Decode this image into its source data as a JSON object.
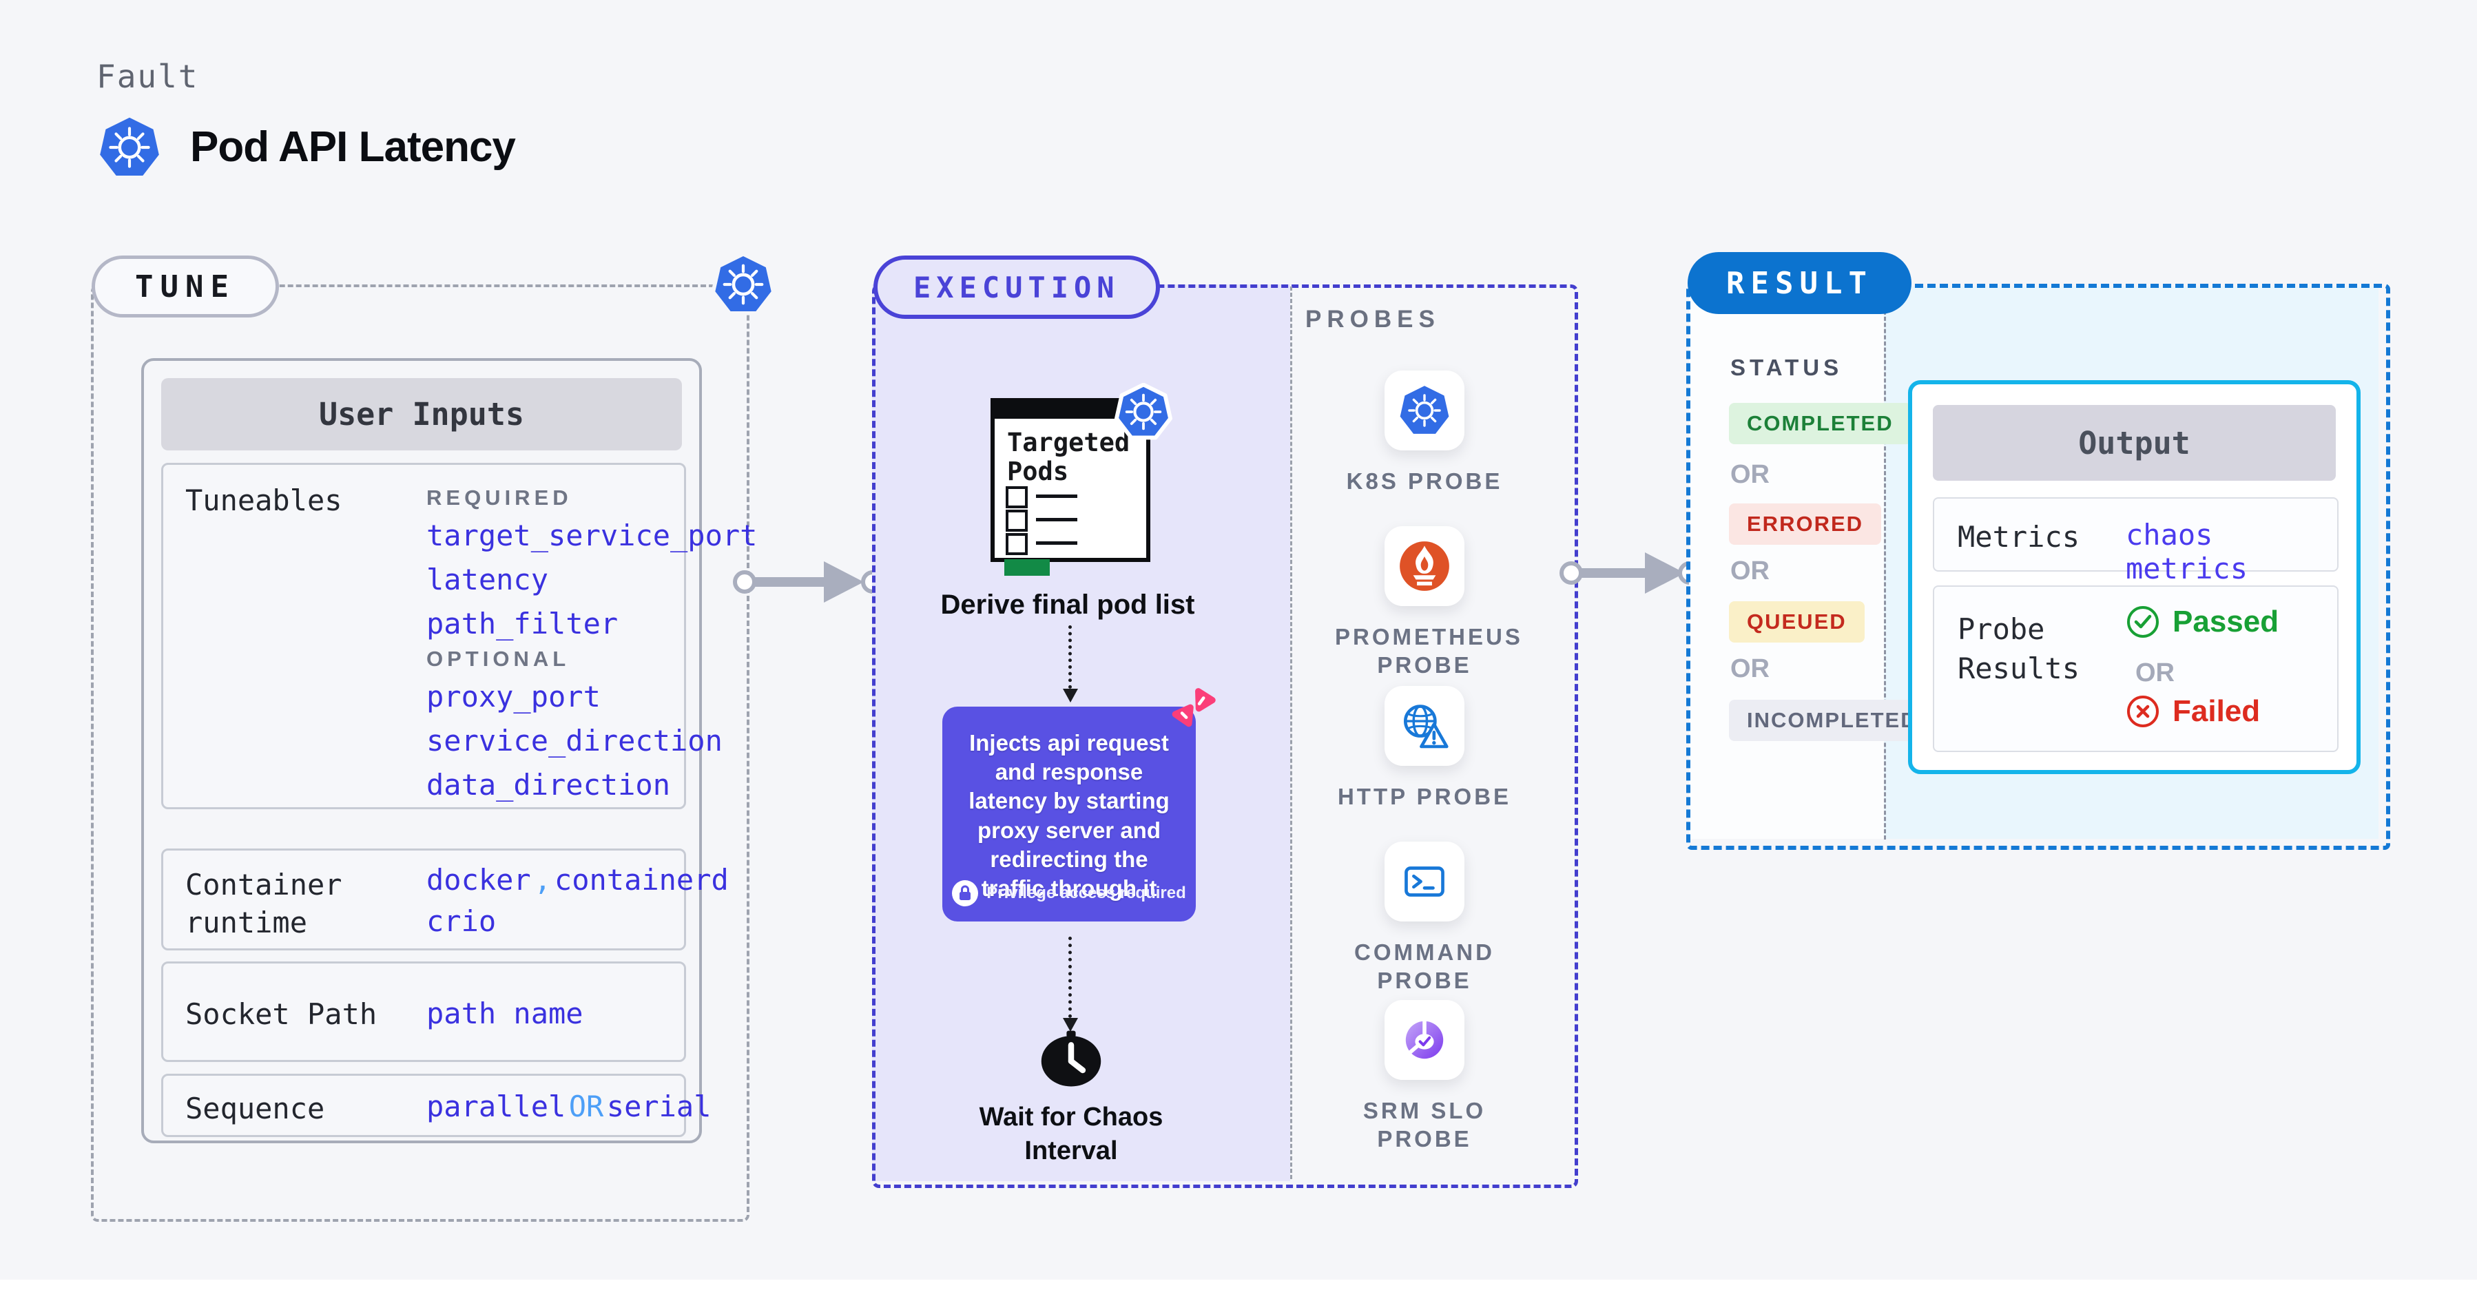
{
  "page": {
    "fault_label": "Fault",
    "title": "Pod API Latency"
  },
  "colors": {
    "k8s_blue": "#326CE5",
    "execution_indigo": "#4A43D7",
    "result_blue": "#0C73CF",
    "output_border_cyan": "#14B4EA",
    "inject_purple": "#5951E3",
    "chaos_pink": "#FB3E79",
    "code_indigo": "#3A31DF",
    "code_light_blue": "#4D9FF7",
    "passed_green": "#18A035",
    "failed_red": "#DD2B1F",
    "prometheus_orange": "#DF5226",
    "targeted_green": "#128A46"
  },
  "tune": {
    "pill": "TUNE",
    "user_inputs_header": "User Inputs",
    "tuneables": {
      "label": "Tuneables",
      "required_label": "REQUIRED",
      "required_items": [
        "target_service_port",
        "latency",
        "path_filter"
      ],
      "optional_label": "OPTIONAL",
      "optional_items": [
        "proxy_port",
        "service_direction",
        "data_direction"
      ]
    },
    "container_runtime": {
      "label": "Container runtime",
      "value_1": "docker",
      "separator": ",",
      "value_2": "containerd",
      "value_3": "crio"
    },
    "socket_path": {
      "label": "Socket Path",
      "value": "path name"
    },
    "sequence": {
      "label": "Sequence",
      "option_a": "parallel",
      "connector": "OR",
      "option_b": "serial"
    }
  },
  "execution": {
    "pill": "EXECUTION",
    "targeted_pods_title": "Targeted Pods",
    "derive_label": "Derive final pod list",
    "inject_text": "Injects api request and response latency by starting proxy server and redirecting the traffic through it",
    "privilege_label": "Privilege access required",
    "wait_label": "Wait for Chaos Interval"
  },
  "probes": {
    "panel_label": "PROBES",
    "items": [
      {
        "label": "K8S PROBE",
        "icon": "kubernetes-icon"
      },
      {
        "label": "PROMETHEUS PROBE",
        "icon": "prometheus-icon"
      },
      {
        "label": "HTTP PROBE",
        "icon": "globe-warning-icon"
      },
      {
        "label": "COMMAND PROBE",
        "icon": "terminal-icon"
      },
      {
        "label": "SRM SLO PROBE",
        "icon": "slo-gauge-icon"
      }
    ]
  },
  "result": {
    "pill": "RESULT",
    "status": {
      "label": "STATUS",
      "or_label": "OR",
      "badges": [
        {
          "label": "COMPLETED",
          "bg": "#DDF3DF",
          "fg": "#1C8038"
        },
        {
          "label": "ERRORED",
          "bg": "#FBE6E3",
          "fg": "#C1281D"
        },
        {
          "label": "QUEUED",
          "bg": "#FAF0C8",
          "fg": "#C42A1E"
        },
        {
          "label": "INCOMPLETED",
          "bg": "#ECEDF3",
          "fg": "#62687C"
        }
      ]
    },
    "output": {
      "header": "Output",
      "metrics_label": "Metrics",
      "metrics_value": "chaos metrics",
      "probe_results_label": "Probe Results",
      "passed_label": "Passed",
      "or_label": "OR",
      "failed_label": "Failed"
    }
  }
}
